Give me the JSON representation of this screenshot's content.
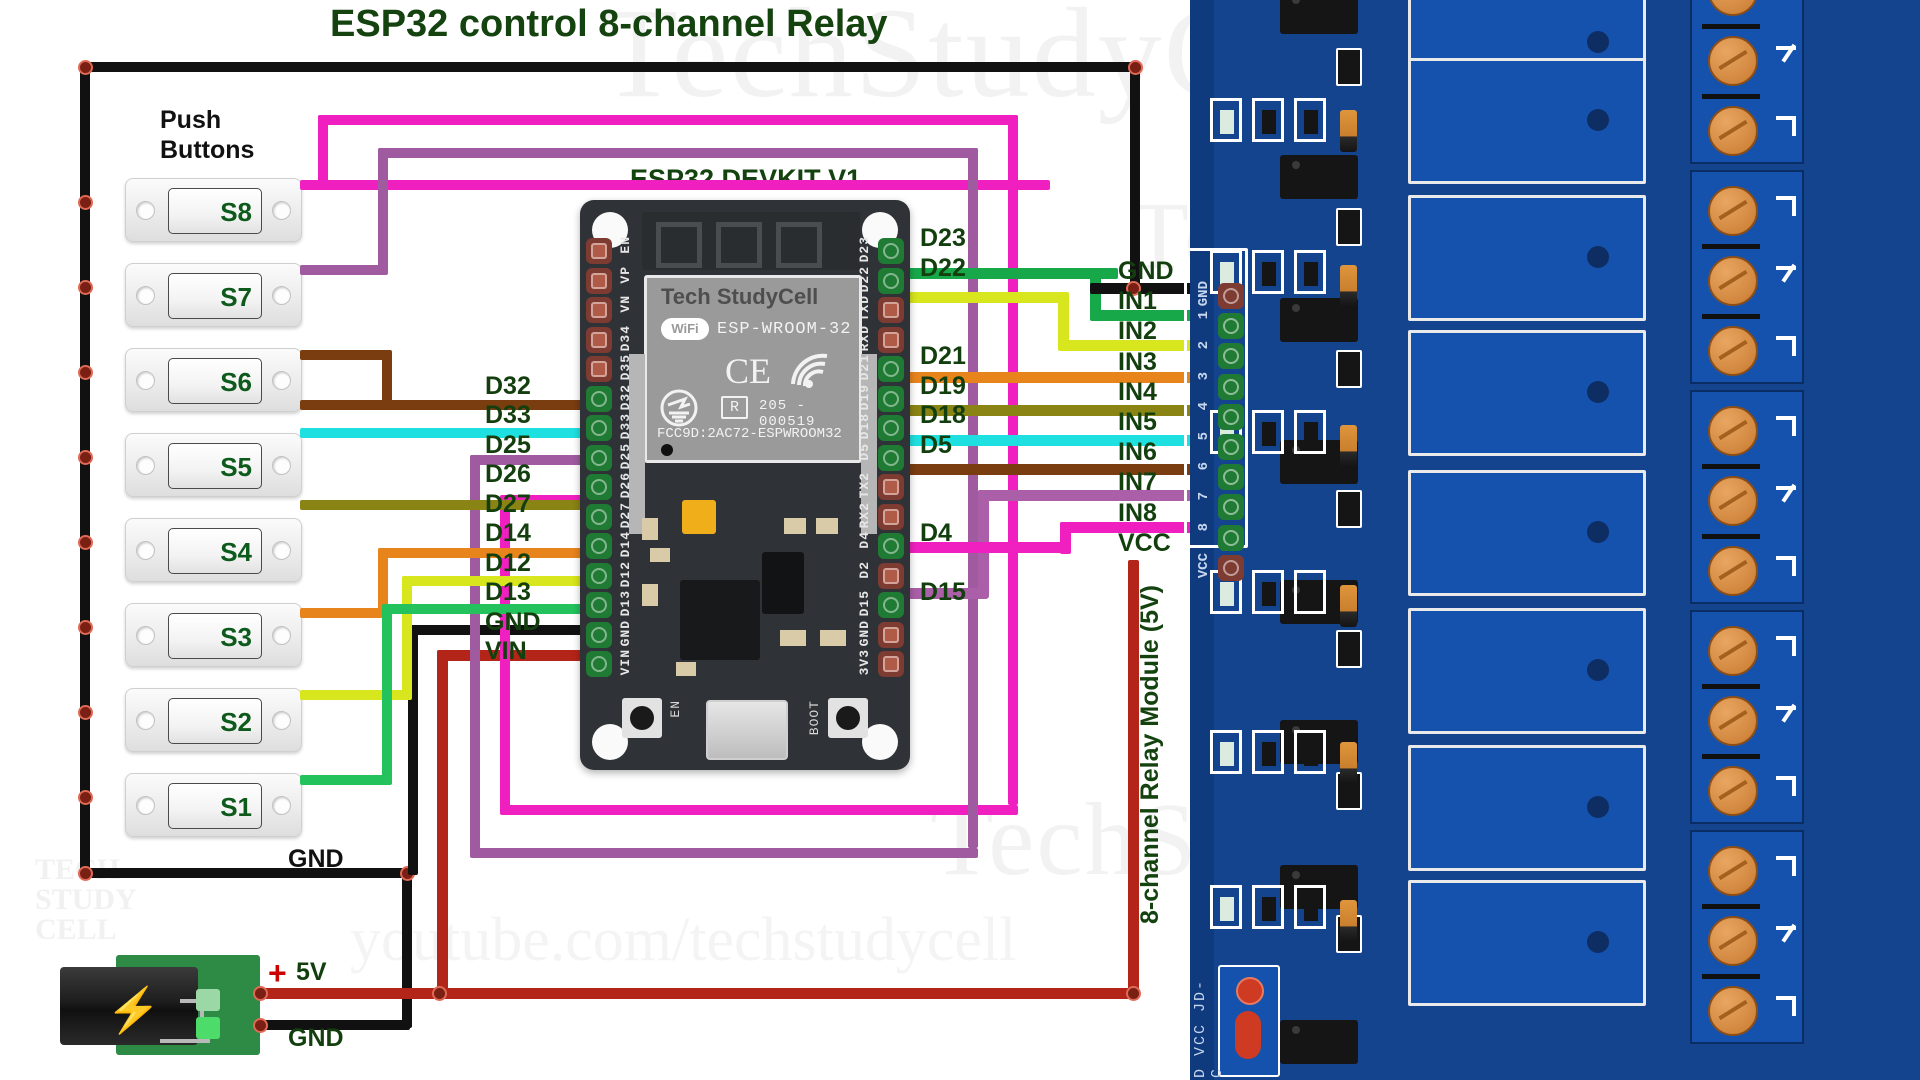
{
  "page": {
    "title": "ESP32 control 8-channel Relay",
    "board_title": "ESP32 DEVKIT V1",
    "relay_title": "8-channel Relay Module (5V)",
    "push_buttons_label": "Push Buttons",
    "watermark_brand": "TechStudyCell",
    "watermark_url": "youtube.com/techstudycell",
    "watermark_seal": "TECH\nSTUDY\nCELL",
    "accent_green": "#14430f",
    "wire_black": "#111111",
    "relay_blue": "#14448e",
    "board_dark": "#2f3236"
  },
  "switches": [
    {
      "name": "S8"
    },
    {
      "name": "S7"
    },
    {
      "name": "S6"
    },
    {
      "name": "S5"
    },
    {
      "name": "S4"
    },
    {
      "name": "S3"
    },
    {
      "name": "S2"
    },
    {
      "name": "S1"
    }
  ],
  "power_supply": {
    "plus_sign": "+",
    "pos_label": "5V",
    "neg_label": "GND",
    "bolt": "⚡"
  },
  "gnd_rail_label": "GND",
  "esp32": {
    "module": {
      "brand": "Tech StudyCell",
      "wifi": "WiFi",
      "part": "ESP-WROOM-32",
      "ce": "CE",
      "reg_box": "R",
      "reg_code": "205 - 000519",
      "fcc": "FCC9D:2AC72-ESPWROOM32"
    },
    "buttons": [
      {
        "label": "EN"
      },
      {
        "label": "BOOT"
      }
    ],
    "left_pins": [
      {
        "name": "EN",
        "used": false,
        "callout": ""
      },
      {
        "name": "VP",
        "used": false,
        "callout": ""
      },
      {
        "name": "VN",
        "used": false,
        "callout": ""
      },
      {
        "name": "D34",
        "used": false,
        "callout": ""
      },
      {
        "name": "D35",
        "used": false,
        "callout": ""
      },
      {
        "name": "D32",
        "used": true,
        "callout": "D32"
      },
      {
        "name": "D33",
        "used": true,
        "callout": "D33"
      },
      {
        "name": "D25",
        "used": true,
        "callout": "D25"
      },
      {
        "name": "D26",
        "used": true,
        "callout": "D26"
      },
      {
        "name": "D27",
        "used": true,
        "callout": "D27"
      },
      {
        "name": "D14",
        "used": true,
        "callout": "D14"
      },
      {
        "name": "D12",
        "used": true,
        "callout": "D12"
      },
      {
        "name": "D13",
        "used": true,
        "callout": "D13"
      },
      {
        "name": "GND",
        "used": true,
        "callout": "GND"
      },
      {
        "name": "VIN",
        "used": true,
        "callout": "VIN"
      }
    ],
    "right_pins": [
      {
        "name": "D23",
        "used": true,
        "callout": "D23"
      },
      {
        "name": "D22",
        "used": true,
        "callout": "D22"
      },
      {
        "name": "TXD",
        "used": false,
        "callout": ""
      },
      {
        "name": "RXD",
        "used": false,
        "callout": ""
      },
      {
        "name": "D21",
        "used": true,
        "callout": "D21"
      },
      {
        "name": "D19",
        "used": true,
        "callout": "D19"
      },
      {
        "name": "D18",
        "used": true,
        "callout": "D18"
      },
      {
        "name": "D5",
        "used": true,
        "callout": "D5"
      },
      {
        "name": "TX2",
        "used": false,
        "callout": ""
      },
      {
        "name": "RX2",
        "used": false,
        "callout": ""
      },
      {
        "name": "D4",
        "used": true,
        "callout": "D4"
      },
      {
        "name": "D2",
        "used": false,
        "callout": ""
      },
      {
        "name": "D15",
        "used": true,
        "callout": "D15"
      },
      {
        "name": "GND",
        "used": false,
        "callout": ""
      },
      {
        "name": "3V3",
        "used": false,
        "callout": ""
      }
    ]
  },
  "relay_module": {
    "pins": [
      {
        "label": "GND",
        "silk": "GND",
        "type": "pwr"
      },
      {
        "label": "IN1",
        "silk": "1",
        "type": "sig"
      },
      {
        "label": "IN2",
        "silk": "2",
        "type": "sig"
      },
      {
        "label": "IN3",
        "silk": "3",
        "type": "sig"
      },
      {
        "label": "IN4",
        "silk": "4",
        "type": "sig"
      },
      {
        "label": "IN5",
        "silk": "5",
        "type": "sig"
      },
      {
        "label": "IN6",
        "silk": "6",
        "type": "sig"
      },
      {
        "label": "IN7",
        "silk": "7",
        "type": "sig"
      },
      {
        "label": "IN8",
        "silk": "8",
        "type": "sig"
      },
      {
        "label": "VCC",
        "silk": "VCC",
        "type": "pwr"
      }
    ],
    "jd_vcc_silk": "GND VCC JD-VCC"
  },
  "connections": [
    {
      "from": "D23",
      "to": "IN1",
      "color": "#17a84a"
    },
    {
      "from": "D22",
      "to": "IN2",
      "color": "#d8e61d"
    },
    {
      "from": "D21",
      "to": "IN3",
      "color": "#e8841c"
    },
    {
      "from": "D19",
      "to": "IN4",
      "color": "#8a8414"
    },
    {
      "from": "D18",
      "to": "IN5",
      "color": "#1fe0e0"
    },
    {
      "from": "D5",
      "to": "IN6",
      "color": "#7a3d10"
    },
    {
      "from": "D15",
      "to": "IN7",
      "color": "#aa5fa8"
    },
    {
      "from": "D4",
      "to": "IN8",
      "color": "#f020c0"
    },
    {
      "from": "VIN",
      "to": "5V",
      "color": "#b32519"
    },
    {
      "from": "GND",
      "to": "GND",
      "color": "#111111"
    },
    {
      "from": "S8",
      "to": "D26",
      "color": "#f020c0"
    },
    {
      "from": "S7",
      "to": "D25",
      "color": "#a05ba0"
    },
    {
      "from": "S6",
      "to": "D32",
      "color": "#7a3d10"
    },
    {
      "from": "S5",
      "to": "D33",
      "color": "#1fe0e0"
    },
    {
      "from": "S4",
      "to": "D27",
      "color": "#8a8414"
    },
    {
      "from": "S3",
      "to": "D14",
      "color": "#e8841c"
    },
    {
      "from": "S2",
      "to": "D12",
      "color": "#d8e61d"
    },
    {
      "from": "S1",
      "to": "D13",
      "color": "#23c25c"
    }
  ]
}
